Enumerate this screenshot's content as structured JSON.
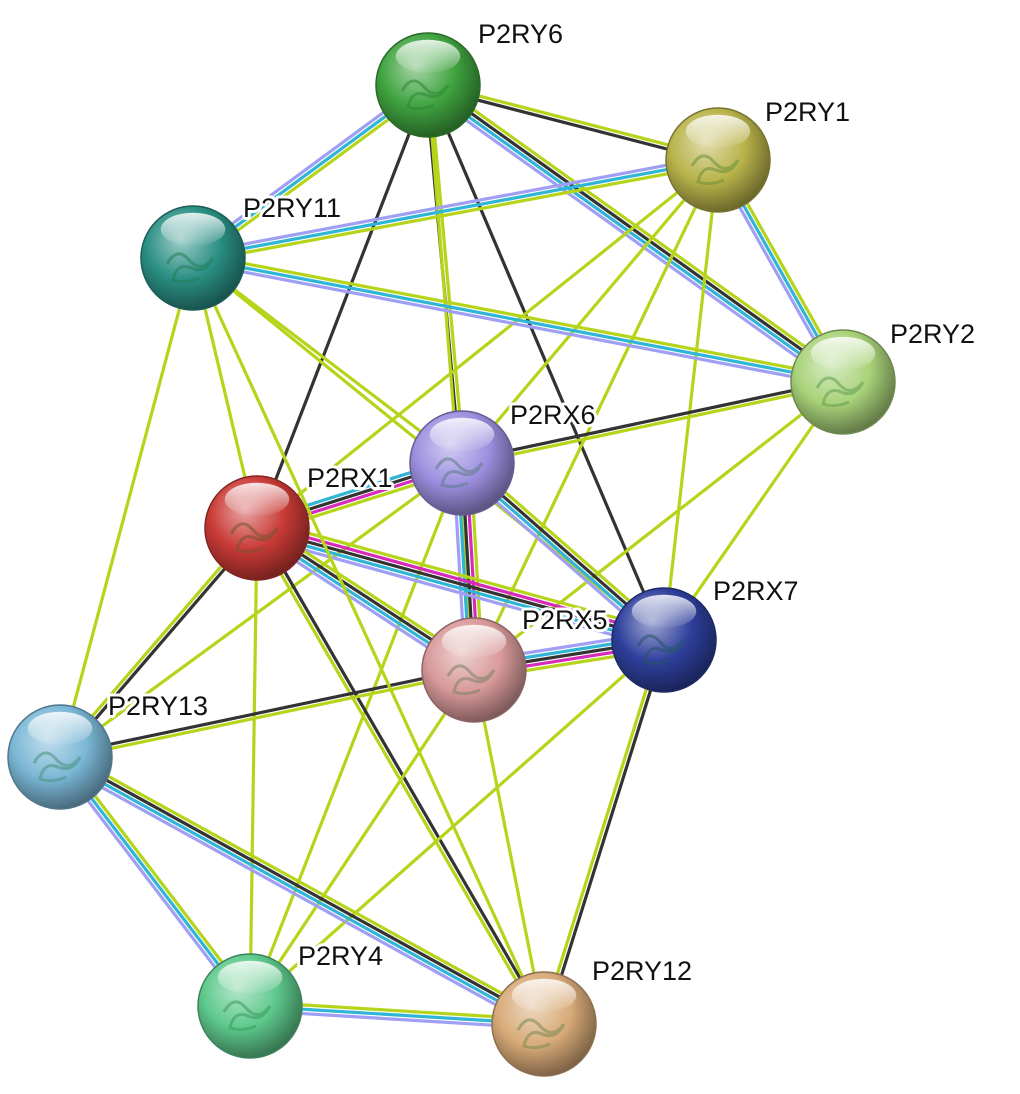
{
  "network": {
    "proteins": [
      {
        "id": "P2RY6",
        "label": "P2RY6",
        "color": "#3fa33f"
      },
      {
        "id": "P2RY1",
        "label": "P2RY1",
        "color": "#b9b34a"
      },
      {
        "id": "P2RY11",
        "label": "P2RY11",
        "color": "#2a8f84"
      },
      {
        "id": "P2RY2",
        "label": "P2RY2",
        "color": "#a9d37a"
      },
      {
        "id": "P2RX6",
        "label": "P2RX6",
        "color": "#9d8fe0"
      },
      {
        "id": "P2RX1",
        "label": "P2RX1",
        "color": "#c93a36"
      },
      {
        "id": "P2RX7",
        "label": "P2RX7",
        "color": "#2e3f9c"
      },
      {
        "id": "P2RX5",
        "label": "P2RX5",
        "color": "#d99a9a"
      },
      {
        "id": "P2RY13",
        "label": "P2RY13",
        "color": "#7bb7d6"
      },
      {
        "id": "P2RY4",
        "label": "P2RY4",
        "color": "#5ec98c"
      },
      {
        "id": "P2RY12",
        "label": "P2RY12",
        "color": "#d8aa78"
      }
    ],
    "evidence_colors": {
      "textmining": "#b5d41a",
      "coexpression": "#333333",
      "homology": "#9f9ff5",
      "database": "#2fb5d6",
      "experiment": "#d62bb8"
    },
    "interactions": [
      {
        "a": "P2RY6",
        "b": "P2RY1",
        "evidence": [
          "textmining",
          "coexpression"
        ]
      },
      {
        "a": "P2RY6",
        "b": "P2RY11",
        "evidence": [
          "textmining",
          "database",
          "homology"
        ]
      },
      {
        "a": "P2RY6",
        "b": "P2RY2",
        "evidence": [
          "textmining",
          "coexpression",
          "database",
          "homology"
        ]
      },
      {
        "a": "P2RY6",
        "b": "P2RX6",
        "evidence": [
          "textmining",
          "coexpression"
        ]
      },
      {
        "a": "P2RY6",
        "b": "P2RX1",
        "evidence": [
          "coexpression"
        ]
      },
      {
        "a": "P2RY6",
        "b": "P2RX7",
        "evidence": [
          "coexpression"
        ]
      },
      {
        "a": "P2RY6",
        "b": "P2RX5",
        "evidence": [
          "textmining"
        ]
      },
      {
        "a": "P2RY1",
        "b": "P2RY11",
        "evidence": [
          "textmining",
          "database",
          "homology"
        ]
      },
      {
        "a": "P2RY1",
        "b": "P2RY2",
        "evidence": [
          "textmining",
          "database",
          "homology"
        ]
      },
      {
        "a": "P2RY1",
        "b": "P2RX6",
        "evidence": [
          "textmining"
        ]
      },
      {
        "a": "P2RY1",
        "b": "P2RX1",
        "evidence": [
          "textmining"
        ]
      },
      {
        "a": "P2RY1",
        "b": "P2RX7",
        "evidence": [
          "textmining"
        ]
      },
      {
        "a": "P2RY1",
        "b": "P2RX5",
        "evidence": [
          "textmining"
        ]
      },
      {
        "a": "P2RY11",
        "b": "P2RY2",
        "evidence": [
          "textmining",
          "database",
          "homology"
        ]
      },
      {
        "a": "P2RY11",
        "b": "P2RX6",
        "evidence": [
          "textmining"
        ]
      },
      {
        "a": "P2RY11",
        "b": "P2RX1",
        "evidence": [
          "textmining"
        ]
      },
      {
        "a": "P2RY11",
        "b": "P2RX7",
        "evidence": [
          "textmining"
        ]
      },
      {
        "a": "P2RY11",
        "b": "P2RY13",
        "evidence": [
          "textmining"
        ]
      },
      {
        "a": "P2RY2",
        "b": "P2RX6",
        "evidence": [
          "textmining",
          "coexpression"
        ]
      },
      {
        "a": "P2RY2",
        "b": "P2RX7",
        "evidence": [
          "textmining"
        ]
      },
      {
        "a": "P2RY2",
        "b": "P2RX5",
        "evidence": [
          "textmining"
        ]
      },
      {
        "a": "P2RX6",
        "b": "P2RX1",
        "evidence": [
          "textmining",
          "experiment",
          "coexpression",
          "database"
        ]
      },
      {
        "a": "P2RX6",
        "b": "P2RX7",
        "evidence": [
          "textmining",
          "coexpression",
          "database",
          "homology"
        ]
      },
      {
        "a": "P2RX6",
        "b": "P2RX5",
        "evidence": [
          "textmining",
          "experiment",
          "coexpression",
          "database",
          "homology"
        ]
      },
      {
        "a": "P2RX6",
        "b": "P2RY13",
        "evidence": [
          "textmining"
        ]
      },
      {
        "a": "P2RX6",
        "b": "P2RY4",
        "evidence": [
          "textmining"
        ]
      },
      {
        "a": "P2RX1",
        "b": "P2RX7",
        "evidence": [
          "textmining",
          "experiment",
          "coexpression",
          "database",
          "homology"
        ]
      },
      {
        "a": "P2RX1",
        "b": "P2RX5",
        "evidence": [
          "textmining",
          "coexpression",
          "database",
          "homology"
        ]
      },
      {
        "a": "P2RX1",
        "b": "P2RY13",
        "evidence": [
          "coexpression",
          "textmining"
        ]
      },
      {
        "a": "P2RX1",
        "b": "P2RY4",
        "evidence": [
          "textmining"
        ]
      },
      {
        "a": "P2RX1",
        "b": "P2RY12",
        "evidence": [
          "coexpression",
          "textmining"
        ]
      },
      {
        "a": "P2RX7",
        "b": "P2RX5",
        "evidence": [
          "textmining",
          "experiment",
          "coexpression",
          "database",
          "homology"
        ]
      },
      {
        "a": "P2RX7",
        "b": "P2RY12",
        "evidence": [
          "coexpression",
          "textmining"
        ]
      },
      {
        "a": "P2RX7",
        "b": "P2RY4",
        "evidence": [
          "textmining"
        ]
      },
      {
        "a": "P2RX5",
        "b": "P2RY13",
        "evidence": [
          "textmining",
          "coexpression"
        ]
      },
      {
        "a": "P2RX5",
        "b": "P2RY4",
        "evidence": [
          "textmining"
        ]
      },
      {
        "a": "P2RX5",
        "b": "P2RY12",
        "evidence": [
          "textmining"
        ]
      },
      {
        "a": "P2RY13",
        "b": "P2RY4",
        "evidence": [
          "textmining",
          "database",
          "homology"
        ]
      },
      {
        "a": "P2RY13",
        "b": "P2RY12",
        "evidence": [
          "textmining",
          "coexpression",
          "database",
          "homology"
        ]
      },
      {
        "a": "P2RY4",
        "b": "P2RY12",
        "evidence": [
          "textmining",
          "database",
          "homology"
        ]
      },
      {
        "a": "P2RY11",
        "b": "P2RY12",
        "evidence": [
          "textmining"
        ]
      }
    ]
  }
}
